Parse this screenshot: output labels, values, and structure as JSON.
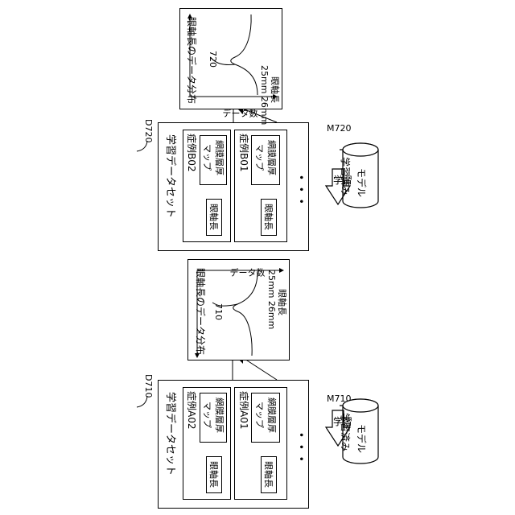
{
  "dataset_d710": {
    "ref": "D710",
    "title": "学習データセット",
    "case_a01": {
      "title": "症例A01",
      "map_line1": "網膜層厚",
      "map_line2": "マップ",
      "axial": "眼軸長"
    },
    "case_a02": {
      "title": "症例A02",
      "map_line1": "網膜層厚",
      "map_line2": "マップ",
      "axial": "眼軸長"
    },
    "ellipsis": "• • •"
  },
  "dist_710": {
    "title": "眼軸長のデータ分布",
    "curve_ref": "710",
    "x_ticks": "25mm 26mm",
    "x_label": "眼軸長",
    "y_label": "データ数"
  },
  "train_710": {
    "label": "学習",
    "model_ref": "M710",
    "model_line1": "学習済み",
    "model_line2": "モデル"
  },
  "dataset_d720": {
    "ref": "D720",
    "title": "学習データセット",
    "case_b01": {
      "title": "症例B01",
      "map_line1": "網膜層厚",
      "map_line2": "マップ",
      "axial": "眼軸長"
    },
    "case_b02": {
      "title": "症例B02",
      "map_line1": "網膜層厚",
      "map_line2": "マップ",
      "axial": "眼軸長"
    },
    "ellipsis": "• • •"
  },
  "dist_720": {
    "title": "眼軸長のデータ分布",
    "curve_ref": "720",
    "x_ticks": "25mm 26mm",
    "x_label": "眼軸長",
    "y_label": "データ数"
  },
  "train_720": {
    "label": "学習",
    "model_ref": "M720",
    "model_line1": "学習済み",
    "model_line2": "モデル"
  },
  "colors": {
    "line": "#000000",
    "background": "#ffffff"
  }
}
